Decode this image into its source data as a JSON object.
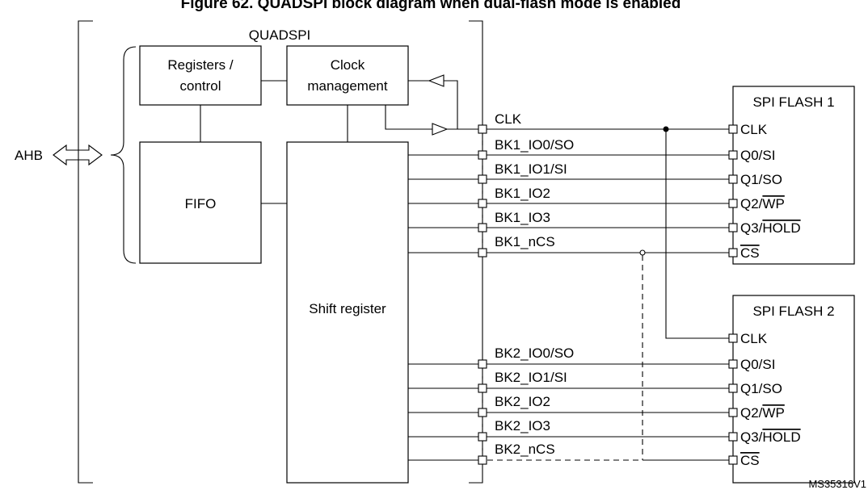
{
  "title": "Figure 62. QUADSPI block diagram when dual-flash mode is enabled",
  "reference": "MS35316V1",
  "blocks": {
    "quadspi": "QUADSPI",
    "registers_line1": "Registers /",
    "registers_line2": "control",
    "clock_line1": "Clock",
    "clock_line2": "management",
    "fifo": "FIFO",
    "shift_register": "Shift register",
    "ahb": "AHB"
  },
  "signals": {
    "clk": "CLK",
    "bank1": [
      "BK1_IO0/SO",
      "BK1_IO1/SI",
      "BK1_IO2",
      "BK1_IO3",
      "BK1_nCS"
    ],
    "bank2": [
      "BK2_IO0/SO",
      "BK2_IO1/SI",
      "BK2_IO2",
      "BK2_IO3",
      "BK2_nCS"
    ]
  },
  "flash1": {
    "title": "SPI FLASH 1",
    "pins": [
      "CLK",
      "Q0/SI",
      "Q1/SO",
      "Q2/",
      "Q3/",
      ""
    ],
    "overbars": [
      "",
      "",
      "",
      "WP",
      "HOLD",
      "CS"
    ]
  },
  "flash2": {
    "title": "SPI FLASH 2",
    "pins": [
      "CLK",
      "Q0/SI",
      "Q1/SO",
      "Q2/",
      "Q3/",
      ""
    ],
    "overbars": [
      "",
      "",
      "",
      "WP",
      "HOLD",
      "CS"
    ]
  }
}
